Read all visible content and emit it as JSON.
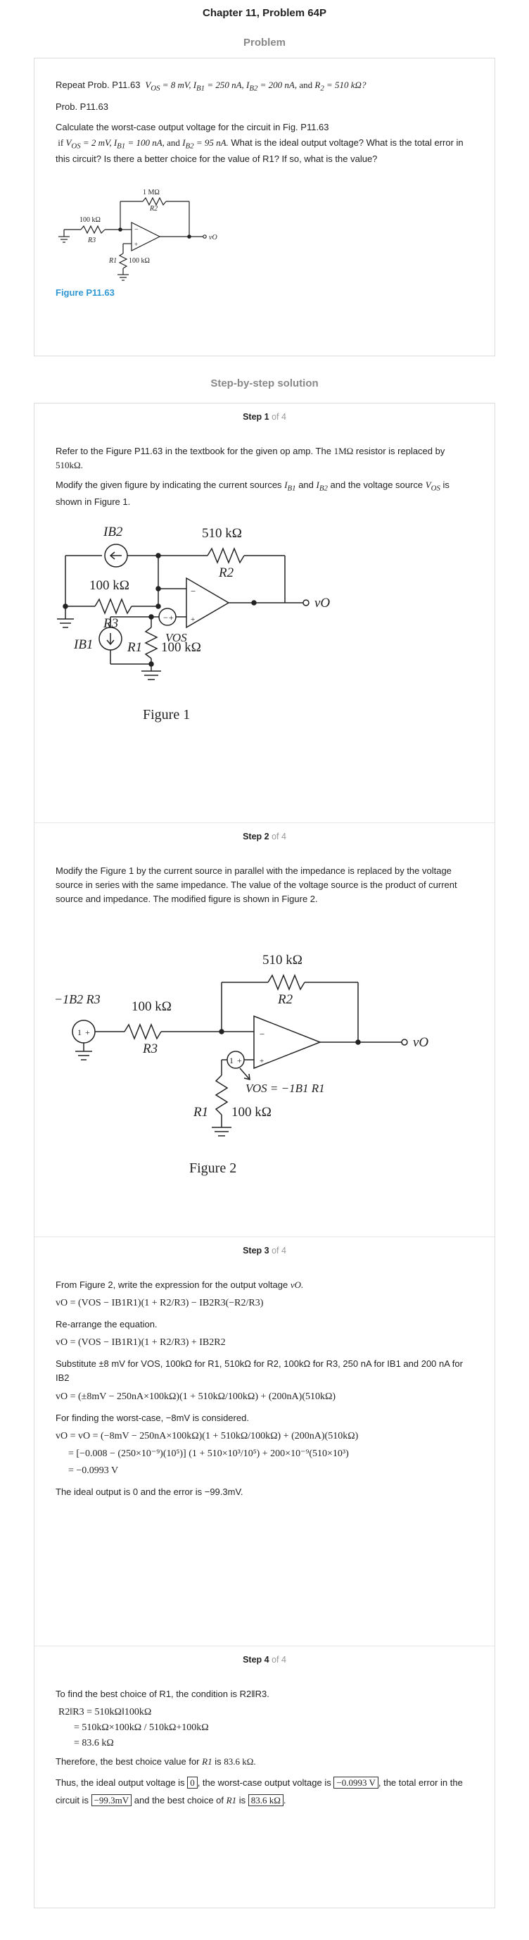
{
  "header": {
    "title": "Chapter 11, Problem 64P",
    "problem_label": "Problem",
    "solution_label": "Step-by-step solution"
  },
  "problem": {
    "line1_prefix": "Repeat Prob. P11.63",
    "line1_math": "V_OS = 8 mV, I_B1 = 250 nA, I_B2 = 200 nA, and R_2 = 510 kΩ?",
    "line2": "Prob. P11.63",
    "line3": "Calculate the worst-case output voltage for the circuit in Fig. P11.63",
    "line4_math": "if V_OS = 2 mV, I_B1 = 100 nA, and I_B2 = 95 nA.",
    "line4_text": "What is the ideal output voltage? What is the total error in this circuit? Is there a better choice for the value of R1? If so, what is the value?",
    "figure_caption": "Figure P11.63",
    "fig_labels": {
      "r2_value": "1 MΩ",
      "r2": "R2",
      "r3_value": "100 kΩ",
      "r3": "R3",
      "r1": "R1",
      "r1_value": "100 kΩ",
      "out": "vO"
    }
  },
  "steps": [
    {
      "label": "Step",
      "num": "1",
      "of": "of 4"
    },
    {
      "label": "Step",
      "num": "2",
      "of": "of 4"
    },
    {
      "label": "Step",
      "num": "3",
      "of": "of 4"
    },
    {
      "label": "Step",
      "num": "4",
      "of": "of 4"
    }
  ],
  "step1": {
    "p1a": "Refer to the Figure P11.63 in the textbook for the given op amp. The",
    "p1b": "1MΩ",
    "p1c": "resistor is replaced by",
    "p1d": "510kΩ.",
    "p2a": "Modify the given figure by indicating the current sources",
    "p2b": "I_B1",
    "p2c": "and",
    "p2d": "I_B2",
    "p2e": "and the voltage source",
    "p2f": "V_OS",
    "p2g": "is shown in Figure 1.",
    "fig": {
      "ib2": "IB2",
      "r2_value": "510 kΩ",
      "r2": "R2",
      "r3_value": "100 kΩ",
      "r3": "R3",
      "vos": "VOS",
      "ib1": "IB1",
      "r1": "R1",
      "r1_value": "100 kΩ",
      "out": "vO",
      "caption": "Figure 1"
    }
  },
  "step2": {
    "p1": "Modify the Figure 1 by the current source in parallel with the impedance is replaced by the voltage source in series with the same impedance. The value of the voltage source is the product of current source and impedance. The modified figure is shown in Figure 2.",
    "fig": {
      "src": "−1B2 R3",
      "r3_value": "100 kΩ",
      "r3": "R3",
      "r2_value": "510 kΩ",
      "r2": "R2",
      "vos": "VOS = −1B1 R1",
      "r1": "R1",
      "r1_value": "100 kΩ",
      "out": "vO",
      "caption": "Figure 2"
    }
  },
  "step3": {
    "p1": "From Figure 2, write the expression for the output voltage",
    "p1_var": "vO.",
    "eq1": "vO = (VOS − IB1R1)(1 + R2/R3) − IB2R3(−R2/R3)",
    "p2": "Re-arrange the equation.",
    "eq2": "vO = (VOS − IB1R1)(1 + R2/R3) + IB2R2",
    "p3": "Substitute ±8 mV for VOS, 100kΩ for R1, 510kΩ for R2, 100kΩ for R3, 250 nA for IB1 and 200 nA for IB2",
    "eq3": "vO = (±8mV − 250nA×100kΩ)(1 + 510kΩ/100kΩ) + (200nA)(510kΩ)",
    "p4": "For finding the worst-case, −8mV is considered.",
    "eq4a": "vO = vO = (−8mV − 250nA×100kΩ)(1 + 510kΩ/100kΩ) + (200nA)(510kΩ)",
    "eq4b": "= [−0.008 − (250×10⁻⁹)(10⁵)] (1 + 510×10³/10⁵) + 200×10⁻⁹(510×10³)",
    "eq4c": "= −0.0993 V",
    "p5": "The ideal output is 0 and the error is −99.3mV."
  },
  "step4": {
    "p1": "To find the best choice of R1, the condition is R2‖R3.",
    "eq1": "R2‖R3 = 510kΩ‖100kΩ",
    "eq2": "= 510kΩ×100kΩ / 510kΩ+100kΩ",
    "eq3": "= 83.6 kΩ",
    "p2a": "Therefore, the best choice value for",
    "p2b": "R1",
    "p2c": "is",
    "p2d": "83.6 kΩ.",
    "p3a": "Thus, the ideal output voltage is",
    "ans_ideal": "0",
    "p3b": ", the worst-case output voltage is",
    "ans_worst": "−0.0993 V",
    "p3c": ", the total error in the circuit is",
    "ans_error": "−99.3mV",
    "p3d": "and the best choice of",
    "p3e": "R1",
    "p3f": "is",
    "ans_r1": "83.6 kΩ"
  }
}
